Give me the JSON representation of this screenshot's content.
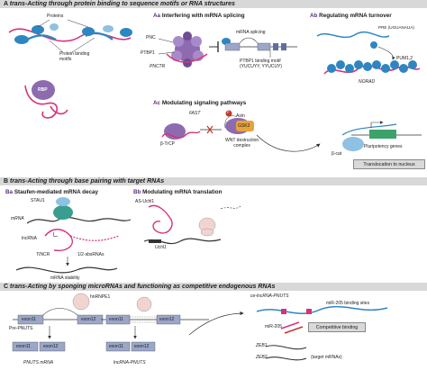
{
  "sections": {
    "A": {
      "letter": "A",
      "title": "trans-Acting through protein binding to sequence motifs or RNA structures"
    },
    "B": {
      "letter": "B",
      "title": "trans-Acting through base pairing with target RNAs"
    },
    "C": {
      "letter": "C",
      "title": "trans-Acting by sponging microRNAs and functioning as competitive endogenous RNAs"
    }
  },
  "panels": {
    "Aa": {
      "letter": "Aa",
      "title": "Interfering with mRNA splicing"
    },
    "Ab": {
      "letter": "Ab",
      "title": "Regulating mRNA turnover"
    },
    "Ac": {
      "letter": "Ac",
      "title": "Modulating signaling pathways"
    },
    "Ba": {
      "letter": "Ba",
      "title": "Staufen-mediated mRNA decay"
    },
    "Bb": {
      "letter": "Bb",
      "title": "Modulating mRNA translation"
    }
  },
  "labels": {
    "proteins": "Proteins",
    "protein_binding_motifs": "Protein binding\nmotifs",
    "rbp": "RBP",
    "pnc": "PNC",
    "ptbp1": "PTBP1",
    "pnctr": "PNCTR",
    "mrna_splicing": "mRNA splicing",
    "ptbp1_motif": "PTBP1 binding motif\n(YUCUYY, YYUCUY)",
    "pre": "PRE (UGUANAUA)",
    "pum": "PUM1,2",
    "norad": "NORAD",
    "fast": "FAST",
    "btrcp": "β-TrCP",
    "axin": "Axin",
    "gsk3": "GSK3",
    "p": "P",
    "wnt_complex": "WNT destruction\ncomplex",
    "bcat": "β-cat",
    "pluripotency": "Pluripotency genes",
    "translocation": "Translocation to nucleus",
    "stau1": "STAU1",
    "mrna": "mRNA",
    "lncrna": "lncRNA",
    "tincr": "TINCR",
    "sbsrnas": "1/2-sbsRNAs",
    "mrna_stability": "mRNA stability",
    "as_uchl1": "AS-Uchl1",
    "uchl1": "Uchl1",
    "hnrnpe1": "hnRNPE1",
    "exon11": "exon11",
    "exon12": "exon12",
    "pre_pnuts": "Pre-PNUTS",
    "pnuts_mrna": "PNUTS mRNA",
    "lncrna_pnuts": "lncRNA-PNUTS",
    "ce_lncrna_pnuts": "ce-lncRNA-PNUTS",
    "mir205_sites": "miR-205 binding sites",
    "mir205": "miR-205",
    "competitive_binding": "Competitive binding",
    "zeb1": "ZEB1",
    "zeb2": "ZEB2",
    "target_mrnas": "(target mRNAs)"
  },
  "colors": {
    "band": "#d8d8d8",
    "protein_blue": "#2e86c1",
    "protein_light": "#8fc1e3",
    "rna_pink": "#d6337a",
    "complex_purple": "#8e6bb0",
    "exon_blue": "#9aa7c9",
    "green_gene": "#3aa36a",
    "ribosome_teal": "#3a9e8f",
    "gsk_orange": "#e8a33c",
    "p_red": "#c0392b"
  }
}
